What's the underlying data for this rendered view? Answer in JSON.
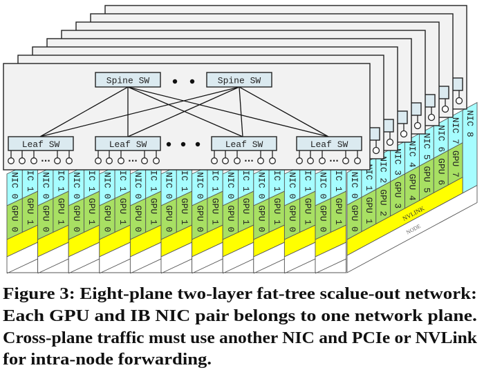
{
  "colors": {
    "nic": "#a6fdff",
    "gpu": "#a8e063",
    "nvlink": "#ffff00",
    "node": "#ffffff",
    "plane": "#f2f2f2",
    "switch": "#dbeaf0"
  },
  "network": {
    "spine_labels": [
      "Spine SW",
      "Spine SW"
    ],
    "leaf_labels": [
      "Leaf SW",
      "Leaf SW",
      "Leaf SW",
      "Leaf SW"
    ],
    "back_plane_count": 7,
    "port_ellipsis": "···"
  },
  "partial_node": {
    "count": 11,
    "nic_labels": [
      "NIC 0",
      "NIC 1"
    ],
    "gpu_labels": [
      "GPU 0",
      "GPU 1"
    ]
  },
  "full_node": {
    "nic_labels": [
      "NIC 0",
      "NIC 1",
      "NIC 2",
      "NIC 3",
      "NIC 4",
      "NIC 5",
      "NIC 6",
      "NIC 7",
      "NIC 8"
    ],
    "gpu_labels": [
      "GPU 0",
      "GPU 1",
      "GPU 2",
      "GPU 3",
      "GPU 4",
      "GPU 5",
      "GPU 6",
      "GPU 7"
    ],
    "nvlink_label": "NVLINK",
    "node_label": "NODE"
  },
  "caption": {
    "lines": [
      "Figure 3: Eight-plane two-layer fat-tree scalue-out network:",
      "Each GPU and IB NIC pair belongs to one network plane.",
      "Cross-plane traffic must use another NIC and PCIe or NVLink",
      "for intra-node forwarding."
    ]
  }
}
